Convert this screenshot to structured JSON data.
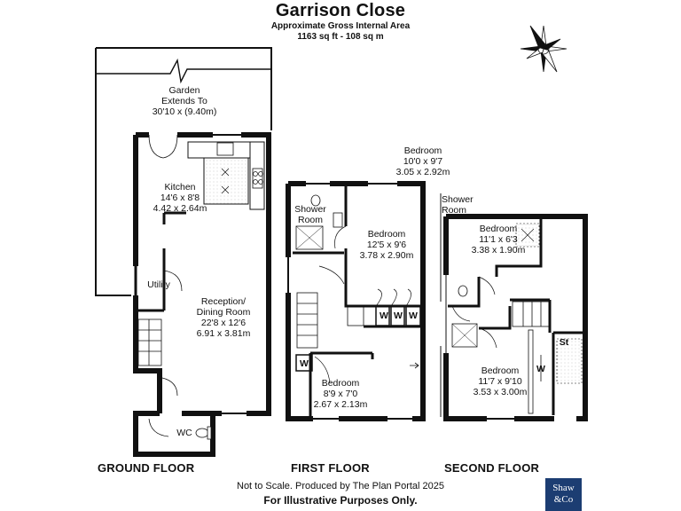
{
  "header": {
    "title": "Garrison Close",
    "area_label": "Approximate Gross Internal Area",
    "area_value": "1163 sq ft - 108 sq m"
  },
  "ground_floor": {
    "label": "GROUND FLOOR",
    "garden": {
      "name": "Garden",
      "line2": "Extends To",
      "size": "30'10 x (9.40m)"
    },
    "kitchen": {
      "name": "Kitchen",
      "imperial": "14'6 x 8'8",
      "metric": "4.42 x 2.64m"
    },
    "utility": {
      "name": "Utility"
    },
    "reception": {
      "name1": "Reception/",
      "name2": "Dining Room",
      "imperial": "22'8 x 12'6",
      "metric": "6.91 x 3.81m"
    },
    "wc": {
      "name": "WC"
    }
  },
  "first_floor": {
    "label": "FIRST FLOOR",
    "shower_room": {
      "line1": "Shower",
      "line2": "Room"
    },
    "bedroom_main": {
      "name": "Bedroom",
      "imperial": "12'5 x 9'6",
      "metric": "3.78 x 2.90m"
    },
    "bedroom_small": {
      "name": "Bedroom",
      "imperial": "8'9 x 7'0",
      "metric": "2.67 x 2.13m"
    },
    "wardrobes": [
      "W",
      "W",
      "W",
      "W"
    ]
  },
  "second_floor": {
    "label": "SECOND FLOOR",
    "bedroom_upper_callout": {
      "name": "Bedroom",
      "imperial": "10'0 x 9'7",
      "metric": "3.05 x 2.92m"
    },
    "shower_room": {
      "line1": "Shower",
      "line2": "Room"
    },
    "bedroom_small": {
      "name": "Bedroom",
      "imperial": "11'1 x 6'3",
      "metric": "3.38 x 1.90m"
    },
    "bedroom_large": {
      "name": "Bedroom",
      "imperial": "11'7 x 9'10",
      "metric": "3.53 x 3.00m"
    },
    "store": "St",
    "wardrobe": "W"
  },
  "footer": {
    "line1": "Not to Scale. Produced by The Plan Portal 2025",
    "line2": "For Illustrative Purposes Only."
  },
  "logo": {
    "line1": "Shaw",
    "line2": "&Co"
  },
  "compass": {
    "icon": "compass-rose-icon"
  }
}
